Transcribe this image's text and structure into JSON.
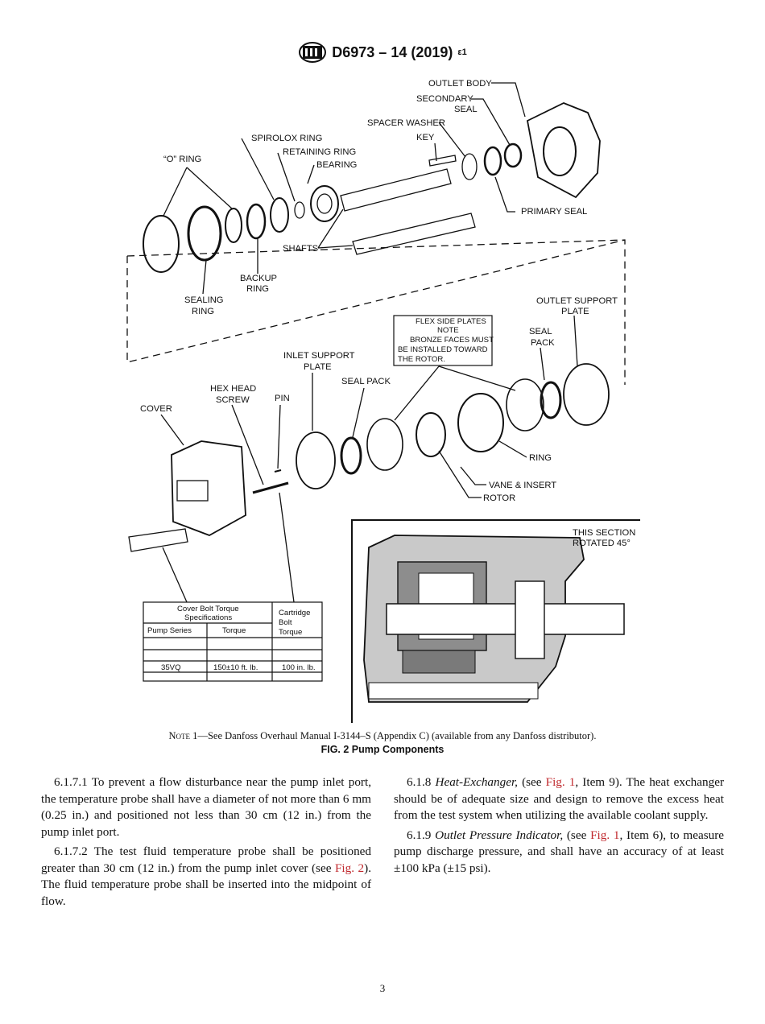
{
  "header": {
    "designation": "D6973 – 14 (2019)",
    "epsilon": "ε1"
  },
  "figure": {
    "labels": {
      "outlet_body": "OUTLET BODY",
      "secondary_seal_1": "SECONDARY",
      "secondary_seal_2": "SEAL",
      "spacer_washer": "SPACER WASHER",
      "key": "KEY",
      "spirolox_ring": "SPIROLOX RING",
      "retaining_ring": "RETAINING RING",
      "bearing": "BEARING",
      "o_ring": "“O” RING",
      "primary_seal": "PRIMARY SEAL",
      "shafts": "SHAFTS",
      "backup_ring_1": "BACKUP",
      "backup_ring_2": "RING",
      "sealing_ring_1": "SEALING",
      "sealing_ring_2": "RING",
      "outlet_support_plate_1": "OUTLET SUPPORT",
      "outlet_support_plate_2": "PLATE",
      "flex_note_1": "FLEX SIDE PLATES",
      "flex_note_2": "NOTE",
      "flex_note_3": "BRONZE FACES MUST",
      "flex_note_4": "BE INSTALLED TOWARD",
      "flex_note_5": "THE ROTOR.",
      "seal_pack_right_1": "SEAL",
      "seal_pack_right_2": "PACK",
      "inlet_support_plate_1": "INLET SUPPORT",
      "inlet_support_plate_2": "PLATE",
      "seal_pack_left": "SEAL PACK",
      "hex_head_screw_1": "HEX HEAD",
      "hex_head_screw_2": "SCREW",
      "pin": "PIN",
      "cover": "COVER",
      "ring": "RING",
      "vane_insert": "VANE & INSERT",
      "rotor": "ROTOR",
      "section_1": "THIS SECTION",
      "section_2": "ROTATED 45°"
    },
    "torque_table": {
      "title_1": "Cover Bolt Torque",
      "title_2": "Specifications",
      "cartridge_1": "Cartridge",
      "cartridge_2": "Bolt",
      "cartridge_3": "Torque",
      "col_series": "Pump Series",
      "col_torque": "Torque",
      "row_series": "35VQ",
      "row_torque": "150±10 ft. lb.",
      "row_cartridge": "100 in. lb."
    },
    "note_prefix": "Note 1",
    "note_text": "—See Danfoss Overhaul Manual I-3144–S (Appendix C) (available from any Danfoss distributor).",
    "caption": "FIG. 2 Pump Components"
  },
  "body": {
    "p1": "6.1.7.1 To prevent a flow disturbance near the pump inlet port, the temperature probe shall have a diameter of not more than 6 mm (0.25 in.) and positioned not less than 30 cm (12 in.) from the pump inlet port.",
    "p2_a": "6.1.7.2 The test fluid temperature probe shall be positioned greater than 30 cm (12 in.) from the pump inlet cover (see ",
    "p2_link": "Fig. 2",
    "p2_b": "). The fluid temperature probe shall be inserted into the midpoint of flow.",
    "p3_num": "6.1.8 ",
    "p3_title": "Heat-Exchanger,",
    "p3_a": " (see ",
    "p3_link": "Fig. 1",
    "p3_b": ", Item 9). The heat exchanger should be of adequate size and design to remove the excess heat from the test system when utilizing the available coolant supply.",
    "p4_num": "6.1.9 ",
    "p4_title": "Outlet Pressure Indicator,",
    "p4_a": " (see ",
    "p4_link": "Fig. 1",
    "p4_b": ", Item 6), to measure pump discharge pressure, and shall have an accuracy of at least ±100 kPa (±15 psi)."
  },
  "page_number": "3"
}
